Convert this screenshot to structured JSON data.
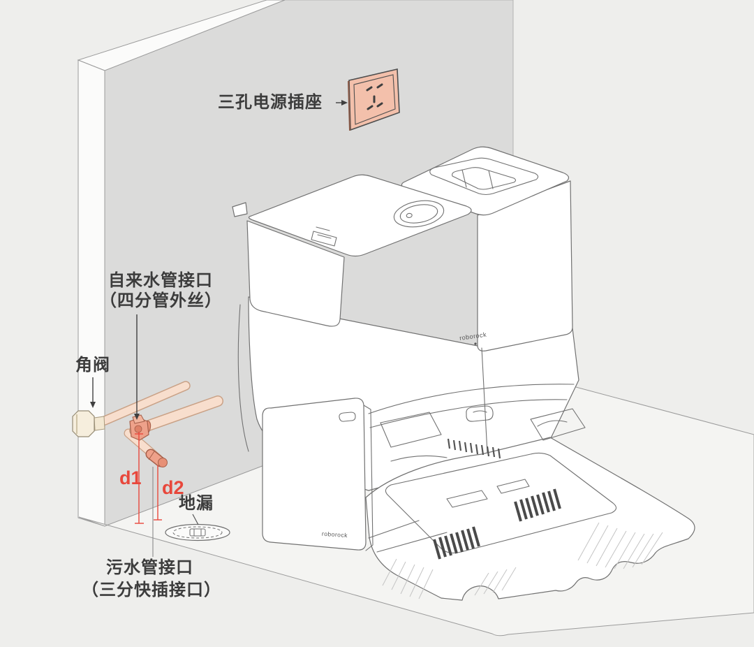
{
  "diagram": {
    "type": "installation-illustration",
    "subject": "robot vacuum dock water hookup",
    "labels": {
      "socket": "三孔电源插座",
      "tap_water_line1": "自来水管接口",
      "tap_water_line2": "（四分管外丝）",
      "valve": "角阀",
      "distance_d1": "d1",
      "distance_d2": "d2",
      "drain": "地漏",
      "sewage_line1": "污水管接口",
      "sewage_line2": "（三分快插接口）"
    },
    "machine": {
      "brand": "roborock"
    },
    "colors": {
      "background": "#eeeeec",
      "wall": "#dbdbda",
      "wall_edge": "#fbfbfa",
      "floor": "#f4f4f2",
      "socket_plate": "#f3c0ab",
      "pipe": "#f8decd",
      "pipe_edge": "#c9a186",
      "fitting": "#eea18a",
      "valve_knob": "#f6eedd",
      "measure_red": "#e8473b",
      "leader_dark": "#3f3f3f",
      "outline_gray": "#717171"
    }
  }
}
